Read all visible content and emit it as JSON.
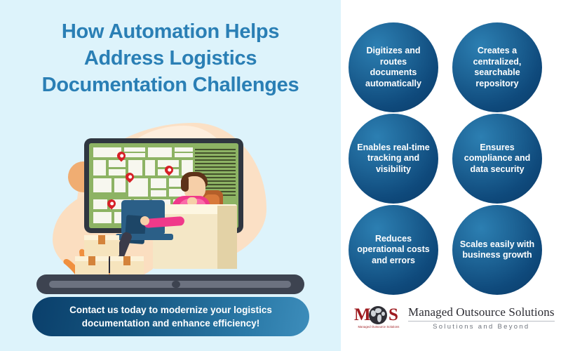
{
  "colors": {
    "left_panel_bg": "#ddf3fb",
    "right_panel_bg": "#ffffff",
    "headline": "#2a7fb5",
    "circle_light": "#2c7fb2",
    "circle_dark": "#0a3a66",
    "cta_gradient_start": "#0a3f6b",
    "cta_gradient_end": "#3d8dbb",
    "logo_red": "#9e1b20",
    "map_green": "#8db364",
    "pin_red": "#d62027"
  },
  "headline": {
    "line1": "How Automation Helps",
    "line2": "Address Logistics",
    "line3": "Documentation Challenges"
  },
  "illustration": {
    "name": "logistics-workstation-illustration",
    "screen_label": "map-with-location-pins",
    "pin_count": 5
  },
  "cta": {
    "text": "Contact us today to modernize your logistics documentation and enhance efficiency!"
  },
  "benefits": [
    {
      "id": "digitizes",
      "text": "Digitizes and routes documents automatically"
    },
    {
      "id": "centralized",
      "text": "Creates a centralized, searchable repository"
    },
    {
      "id": "tracking",
      "text": "Enables real-time tracking and visibility"
    },
    {
      "id": "compliance",
      "text": "Ensures compliance and data security"
    },
    {
      "id": "costs",
      "text": "Reduces operational costs and errors"
    },
    {
      "id": "scales",
      "text": "Scales easily with business growth"
    }
  ],
  "logo": {
    "mark_m": "M",
    "mark_s": "S",
    "mark_subtitle": "Managed Outsource Solutions",
    "company_name": "Managed Outsource Solutions",
    "tagline": "Solutions and Beyond"
  }
}
